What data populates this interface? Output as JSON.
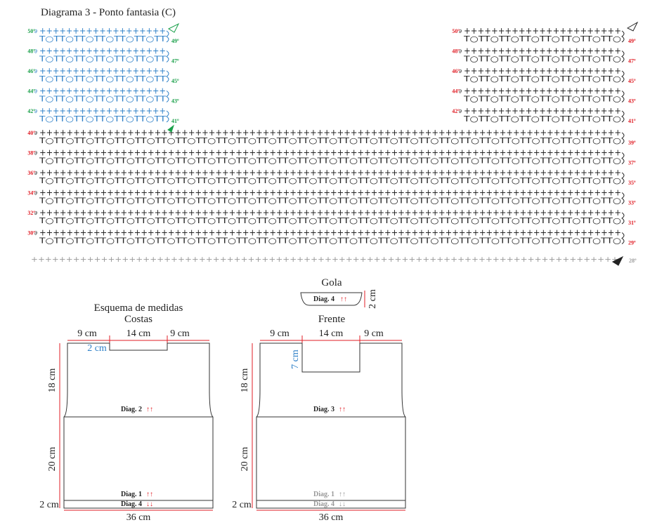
{
  "title": "Diagrama 3 - Ponto fantasia (C)",
  "colors": {
    "left_top": "#2e80c8",
    "left_labels": "#1aa04a",
    "main": "#222222",
    "labels": "#e01c24",
    "base": "#9a9a9a",
    "schema_line": "#333333",
    "red_line": "#e01c24",
    "blue_text": "#2e80c8",
    "ghost_text": "#999999"
  },
  "chart": {
    "left_rows": [
      "50º",
      "49º",
      "48º",
      "47º",
      "46º",
      "45º",
      "44º",
      "43º",
      "42º",
      "41º"
    ],
    "right_rows": [
      "50º",
      "49º",
      "48º",
      "47º",
      "46º",
      "45º",
      "44º",
      "43º",
      "42º",
      "41º"
    ],
    "main_rows": [
      "40º",
      "39º",
      "38º",
      "37º",
      "36º",
      "35º",
      "34º",
      "33º",
      "32º",
      "31º",
      "30º",
      "29º"
    ],
    "base_row": "28º",
    "symbols": {
      "sc": "+",
      "dc": "T",
      "ch": "○"
    }
  },
  "gola": {
    "title": "Gola",
    "diag_label": "Diag. 4",
    "arrows": "↑↑",
    "height": "2 cm"
  },
  "costas": {
    "heading1": "Esquema de medidas",
    "heading2": "Costas",
    "top_left": "9 cm",
    "top_mid": "14 cm",
    "top_right": "9 cm",
    "neck": "2 cm",
    "upper_h": "18 cm",
    "lower_h": "20 cm",
    "rib_h": "2 cm",
    "width": "36 cm",
    "diag2": "Diag. 2",
    "diag1": "Diag. 1",
    "diag4": "Diag. 4",
    "up": "↑↑",
    "down": "↓↓"
  },
  "frente": {
    "heading": "Frente",
    "top_left": "9 cm",
    "top_mid": "14 cm",
    "top_right": "9 cm",
    "neck": "7 cm",
    "upper_h": "18 cm",
    "lower_h": "20 cm",
    "rib_h": "2 cm",
    "width": "36 cm",
    "diag3": "Diag. 3",
    "diag1": "Diag. 1",
    "diag4": "Diag. 4",
    "up": "↑↑",
    "down": "↓↓"
  }
}
